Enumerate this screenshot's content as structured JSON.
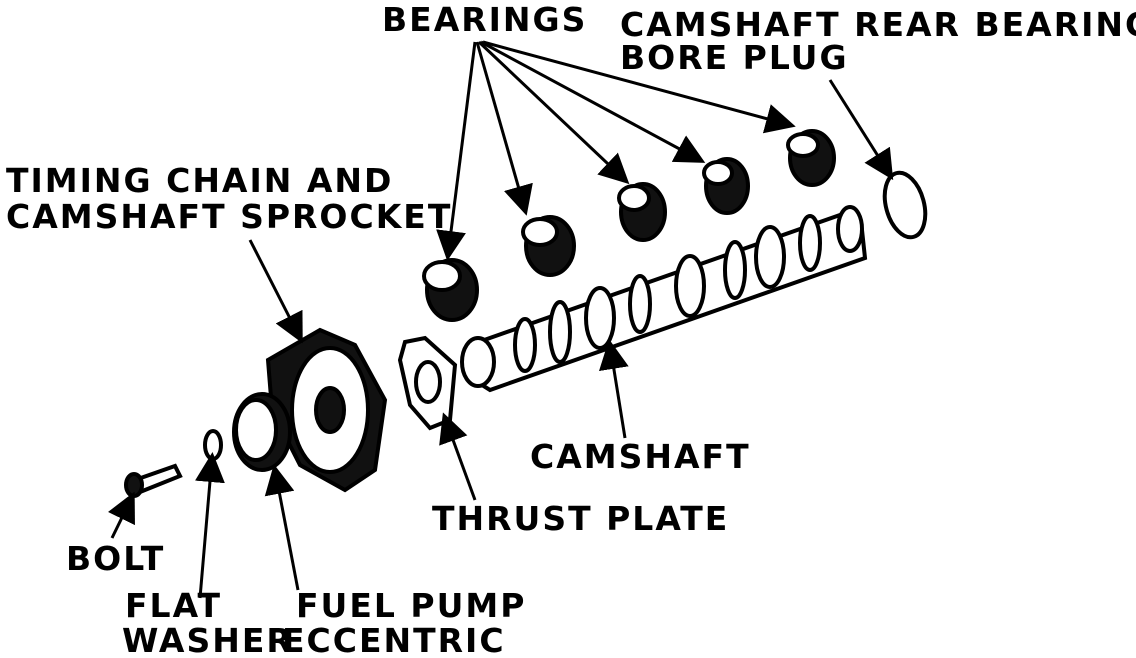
{
  "labels": {
    "bearings": "BEARINGS",
    "rear_plug_line1": "CAMSHAFT REAR BEARING",
    "rear_plug_line2": "BORE PLUG",
    "timing_line1": "TIMING CHAIN AND",
    "timing_line2": "CAMSHAFT SPROCKET",
    "camshaft": "CAMSHAFT",
    "thrust_plate": "THRUST PLATE",
    "bolt": "BOLT",
    "flat_washer_line1": "FLAT",
    "flat_washer_line2": "WASHER",
    "fuel_pump_line1": "FUEL PUMP",
    "fuel_pump_line2": "ECCENTRIC"
  },
  "colors": {
    "ink": "#000000",
    "paper": "#ffffff"
  }
}
